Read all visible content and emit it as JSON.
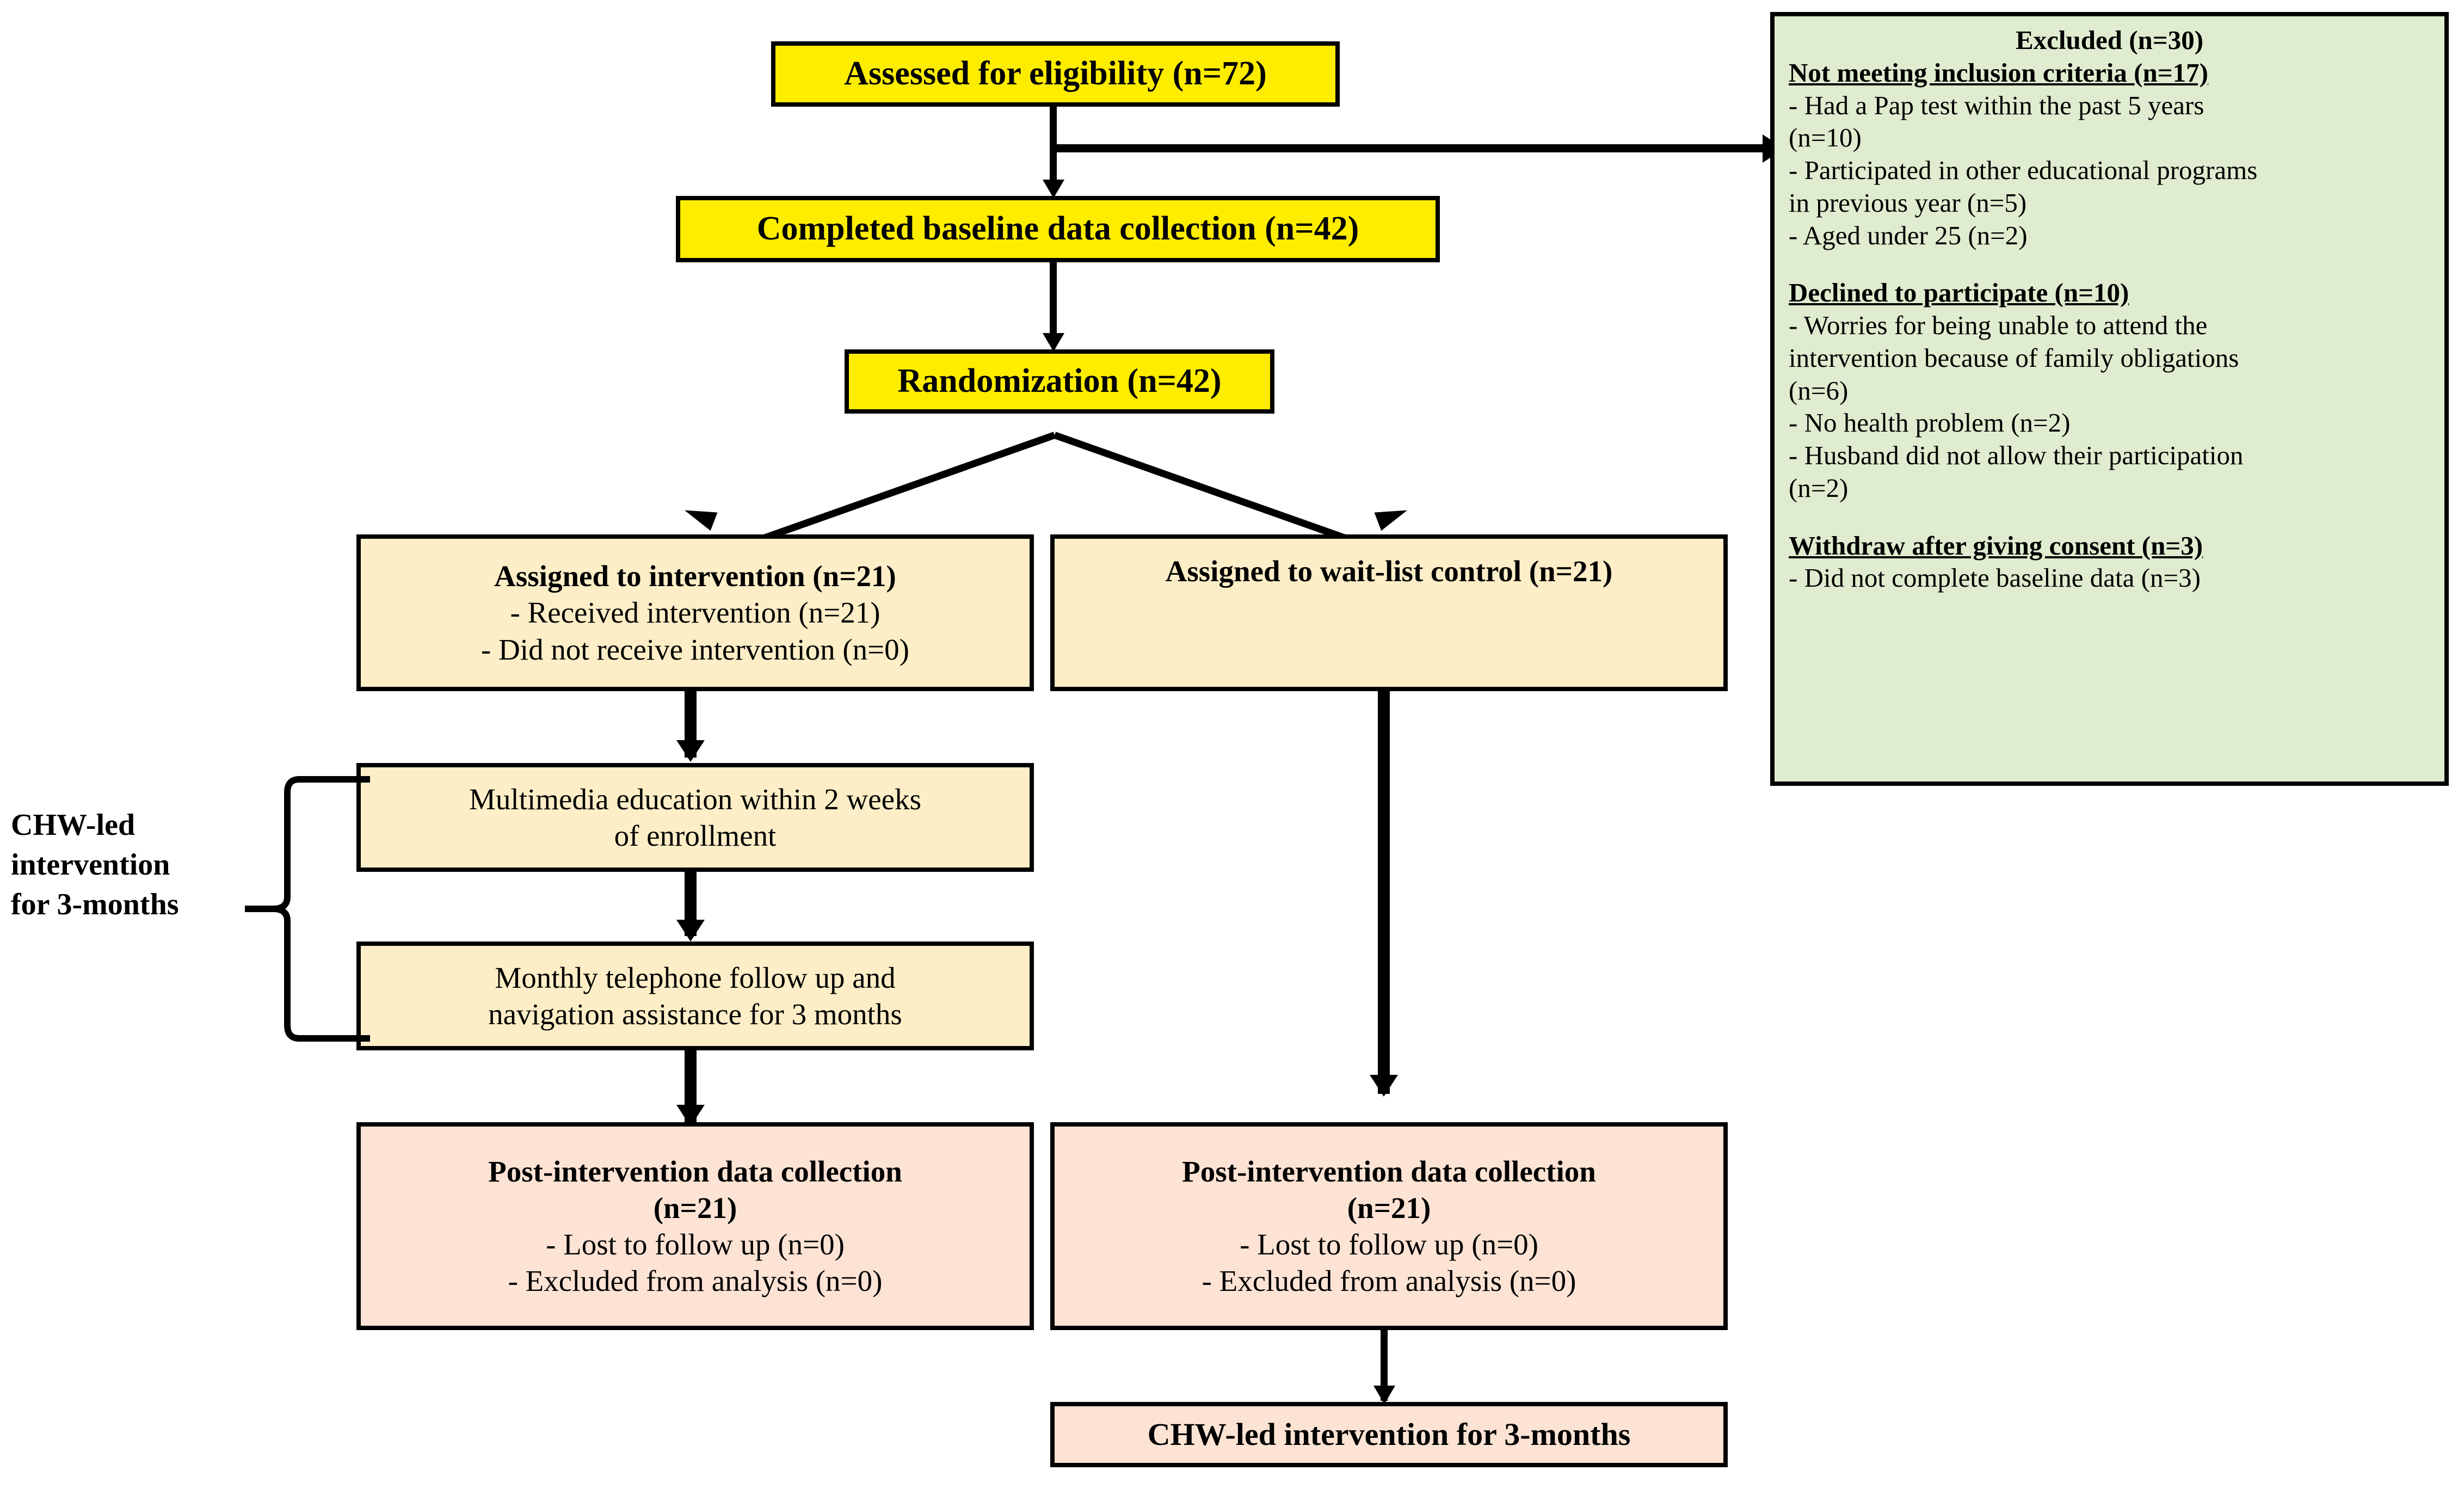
{
  "diagram": {
    "title": "CONSORT participant flow diagram",
    "colors": {
      "yellow": "#ffed00",
      "cream": "#fdeec7",
      "peach": "#fde3d4",
      "green": "#dfeccf",
      "stroke": "#000000"
    }
  },
  "nodes": {
    "assessed": {
      "line1": "Assessed for eligibility (n=72)"
    },
    "baseline": {
      "line1": "Completed baseline data collection (n=42)"
    },
    "randomization": {
      "line1": "Randomization (n=42)"
    },
    "assigned_intervention": {
      "line1": "Assigned to intervention (n=21)",
      "line2": "- Received intervention (n=21)",
      "line3": "- Did not receive intervention (n=0)"
    },
    "assigned_control": {
      "line1": "Assigned to wait-list control (n=21)"
    },
    "multimedia": {
      "line1": "Multimedia education within 2 weeks",
      "line2": "of enrollment"
    },
    "telephone": {
      "line1": "Monthly telephone follow up and",
      "line2": "navigation assistance for 3 months"
    },
    "post_left": {
      "line1": "Post-intervention data collection",
      "line2": "(n=21)",
      "line3": "- Lost to follow up (n=0)",
      "line4": "- Excluded from analysis (n=0)"
    },
    "post_right": {
      "line1": "Post-intervention data collection",
      "line2": "(n=21)",
      "line3": "- Lost to follow up (n=0)",
      "line4": "- Excluded from analysis (n=0)"
    },
    "chw_bottom": {
      "line1": "CHW-led intervention for 3-months"
    }
  },
  "side_label": {
    "line1": "CHW-led",
    "line2": "intervention",
    "line3": "for 3-months"
  },
  "excluded": {
    "heading": "Excluded (n=30)",
    "section1_heading": "Not meeting inclusion criteria (n=17)",
    "section1_items": [
      "- Had a Pap test within the past 5 years",
      "(n=10)",
      "- Participated in other educational programs",
      "in previous year (n=5)",
      "-  Aged under 25 (n=2)"
    ],
    "section2_heading": "Declined to participate (n=10)",
    "section2_items": [
      "- Worries for being unable to attend the",
      "intervention because of family obligations",
      "(n=6)",
      "- No health problem (n=2)",
      "- Husband did not allow their participation",
      "(n=2)"
    ],
    "section3_heading": "Withdraw after giving consent (n=3)",
    "section3_items": [
      "- Did not complete baseline data (n=3)"
    ]
  }
}
